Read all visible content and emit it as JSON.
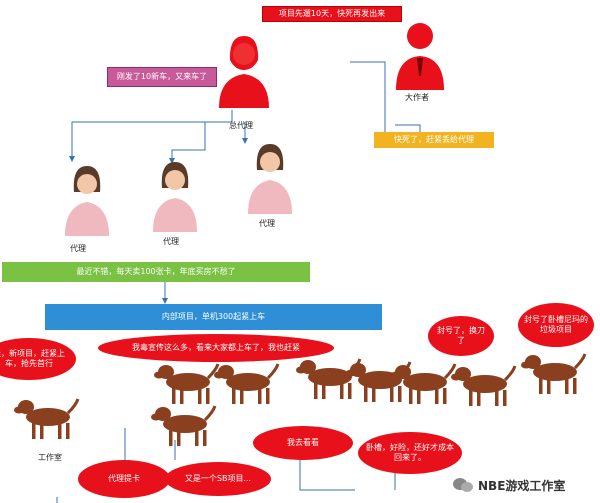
{
  "top_banner": "项目先遛10天，快死再发出来",
  "big_author": {
    "label": "大作者"
  },
  "gm": {
    "label": "总代理",
    "speech": "刚发了10新车，又来车了"
  },
  "yellow_box": "快死了，赶紧丢给代理",
  "agents": [
    {
      "label": "代理"
    },
    {
      "label": "代理"
    },
    {
      "label": "代理"
    }
  ],
  "green_box": "最近不错，每天卖100张卡，年底买房不愁了",
  "blue_box": "内部项目，单机300起紧上车",
  "ovals": {
    "left_new": "哇，新项目，赶紧上车，抢先首行",
    "hype": "我毒宣传这么多，看来大家都上车了，我也赶紧",
    "seal": "封号了，换刀了",
    "sealed_junk": "封号了卧槽尼玛的垃圾项目",
    "watch": "我去看看",
    "regret": "卧槽，好险，还好才成本回来了。",
    "agent_card": "代理提卡",
    "another_sb": "又是一个SB项目..."
  },
  "studio_label": "工作室",
  "watermark": "NBE游戏工作室",
  "colors": {
    "red": "#e8101a",
    "green": "#7bc144",
    "blue": "#2f8fd6",
    "yellow": "#f2b321",
    "pink_box": "#c85a9a",
    "dog": "#8a3f1f"
  }
}
